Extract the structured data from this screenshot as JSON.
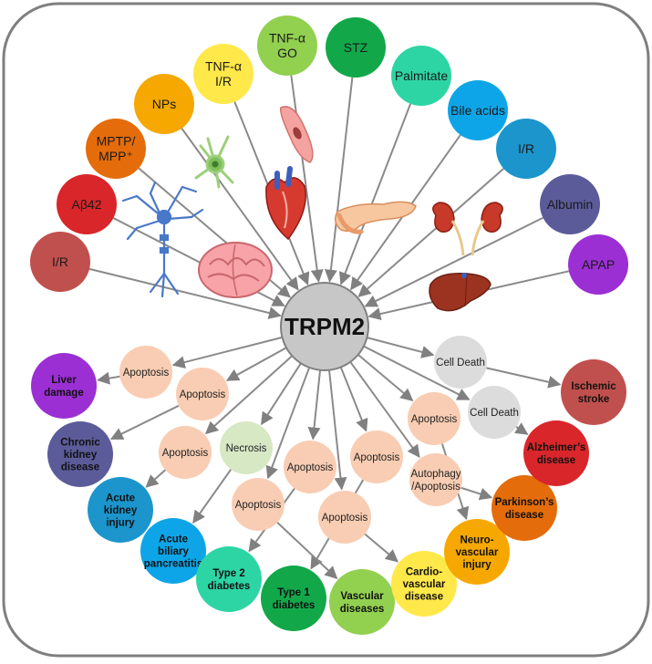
{
  "center": {
    "label": "TRPM2",
    "color": "#c7c7c7"
  },
  "stimuli": [
    {
      "lines": [
        "I/R"
      ],
      "color": "#c0504d",
      "text_color": "#1a1a1a"
    },
    {
      "lines": [
        "Aβ42"
      ],
      "color": "#d9262a",
      "text_color": "#1a1a1a"
    },
    {
      "lines": [
        "MPTP/",
        "MPP⁺"
      ],
      "color": "#e46c0a",
      "text_color": "#1a1a1a"
    },
    {
      "lines": [
        "NPs"
      ],
      "color": "#f6a800",
      "text_color": "#1a1a1a"
    },
    {
      "lines": [
        "TNF-α",
        "I/R"
      ],
      "color": "#ffe84a",
      "text_color": "#1a1a1a"
    },
    {
      "lines": [
        "TNF-α",
        "GO"
      ],
      "color": "#92d050",
      "text_color": "#1a1a1a"
    },
    {
      "lines": [
        "STZ"
      ],
      "color": "#12a84a",
      "text_color": "#1a1a1a"
    },
    {
      "lines": [
        "Palmitate"
      ],
      "color": "#2dd5a4",
      "text_color": "#1a1a1a"
    },
    {
      "lines": [
        "Bile acids"
      ],
      "color": "#0ea5e8",
      "text_color": "#1a1a1a"
    },
    {
      "lines": [
        "I/R"
      ],
      "color": "#1b95cc",
      "text_color": "#1a1a1a"
    },
    {
      "lines": [
        "Albumin"
      ],
      "color": "#5c5b9a",
      "text_color": "#1a1a1a"
    },
    {
      "lines": [
        "APAP"
      ],
      "color": "#9b2fd3",
      "text_color": "#1a1a1a"
    }
  ],
  "mechanisms": [
    {
      "lines": [
        "Apoptosis"
      ]
    },
    {
      "lines": [
        "Apoptosis"
      ]
    },
    {
      "lines": [
        "Apoptosis"
      ]
    },
    {
      "lines": [
        "Necrosis"
      ]
    },
    {
      "lines": [
        "Apoptosis"
      ]
    },
    {
      "lines": [
        "Apoptosis"
      ]
    },
    {
      "lines": [
        "Apoptosis"
      ]
    },
    {
      "lines": [
        "Apoptosis"
      ]
    },
    {
      "lines": [
        "Apoptosis"
      ]
    },
    {
      "lines": [
        "Autophagy",
        "/Apoptosis"
      ]
    },
    {
      "lines": [
        "Cell Death"
      ]
    },
    {
      "lines": [
        "Cell Death"
      ]
    }
  ],
  "mechanism_colors": {
    "apoptosis": "#f9cdb3",
    "necrosis": "#d6e8c4",
    "cell_death": "#dcdcdc"
  },
  "diseases": [
    {
      "lines": [
        "Liver",
        "damage"
      ],
      "color": "#9b2fd3"
    },
    {
      "lines": [
        "Chronic",
        "kidney",
        "disease"
      ],
      "color": "#5c5b9a"
    },
    {
      "lines": [
        "Acute",
        "kidney",
        "injury"
      ],
      "color": "#1b95cc"
    },
    {
      "lines": [
        "Acute",
        "biliary",
        "pancreatitis"
      ],
      "color": "#0ea5e8"
    },
    {
      "lines": [
        "Type 2",
        "diabetes"
      ],
      "color": "#2dd5a4"
    },
    {
      "lines": [
        "Type 1",
        "diabetes"
      ],
      "color": "#12a84a"
    },
    {
      "lines": [
        "Vascular",
        "diseases"
      ],
      "color": "#92d050"
    },
    {
      "lines": [
        "Cardio-",
        "vascular",
        "disease"
      ],
      "color": "#ffe84a"
    },
    {
      "lines": [
        "Neuro-",
        "vascular",
        "injury"
      ],
      "color": "#f6a800"
    },
    {
      "lines": [
        "Parkinson’s",
        "disease"
      ],
      "color": "#e46c0a"
    },
    {
      "lines": [
        "Alzheimer’s",
        "disease"
      ],
      "color": "#d9262a"
    },
    {
      "lines": [
        "Ischemic",
        "stroke"
      ],
      "color": "#c0504d"
    }
  ],
  "illustrations": [
    "neuron-icon",
    "glial-cell-icon",
    "smooth-muscle-cell-icon",
    "brain-icon",
    "heart-icon",
    "pancreas-icon",
    "kidneys-icon",
    "liver-icon"
  ]
}
